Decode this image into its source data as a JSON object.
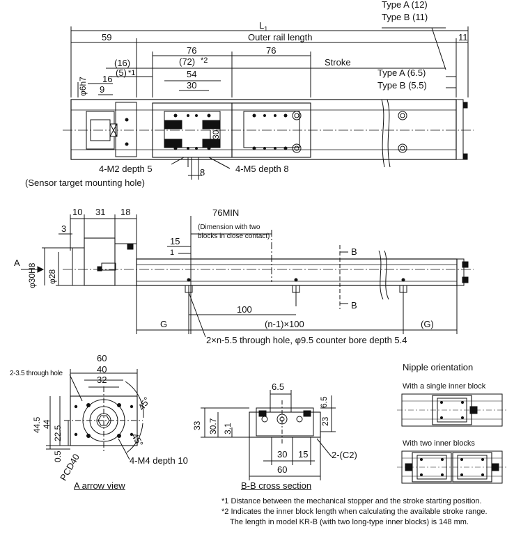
{
  "top_view": {
    "type_a_12": "Type A (12)",
    "type_b_11": "Type B (11)",
    "l1": "L",
    "l1_sub": "1",
    "dim_59": "59",
    "outer_rail": "Outer rail length",
    "dim_11": "11",
    "dim_16a": "(16)",
    "dim_5": "(5)",
    "note1_mark": "*1",
    "dim_76a": "76",
    "dim_72": "(72)",
    "note2_mark": "*2",
    "dim_76b": "76",
    "stroke": "Stroke",
    "type_a_65": "Type A (6.5)",
    "type_b_55": "Type B (5.5)",
    "dim_6h7": "φ6h7",
    "dim_16b": "16",
    "dim_9": "9",
    "dim_54": "54",
    "dim_30a": "30",
    "dim_30v": "30",
    "dim_8": "8",
    "m2": "4-M2 depth 5",
    "sensor": "(Sensor target mounting hole)",
    "m5": "4-M5 depth 8"
  },
  "side_view": {
    "dim_10": "10",
    "dim_31": "31",
    "dim_18": "18",
    "dim_3": "3",
    "dim_76min": "76MIN",
    "close1": "(Dimension with two",
    "close2": "blocks in close contact)",
    "dim_15": "15",
    "dim_1": "1",
    "b_top": "B",
    "b_bot": "B",
    "arrow_a": "A",
    "dim_30h8": "φ30H8",
    "dim_28": "φ28",
    "dim_100": "100",
    "g": "G",
    "n1_100": "(n-1)×100",
    "g_paren": "(G)",
    "holes": "2×n-5.5 through hole, φ9.5 counter bore depth 5.4"
  },
  "a_view": {
    "through": "2-3.5 through hole",
    "dim_60": "60",
    "dim_40": "40",
    "dim_32": "32",
    "dim_445": "44.5",
    "dim_44": "44",
    "dim_225": "22.5",
    "dim_05": "0.5",
    "pcd": "PCD40",
    "deg_a": "45°",
    "deg_b": "45°",
    "m4": "4-M4 depth 10",
    "caption": "A arrow view"
  },
  "bb_view": {
    "dim_65v": "6.5",
    "dim_65h": "6.5",
    "dim_33": "33",
    "dim_307": "30.7",
    "dim_31": "3.1",
    "dim_23": "23",
    "dim_30": "30",
    "dim_15": "15",
    "dim_60": "60",
    "c2": "2-(C2)",
    "caption": "B-B cross section"
  },
  "nipple": {
    "title": "Nipple orientation",
    "single": "With a single inner block",
    "double": "With two inner blocks"
  },
  "notes": {
    "n1": "*1 Distance between the mechanical stopper and the stroke starting position.",
    "n2a": "*2 Indicates the inner block length when calculating the available stroke range.",
    "n2b": "The length in model KR-B (with two long-type inner blocks) is 148 mm."
  }
}
